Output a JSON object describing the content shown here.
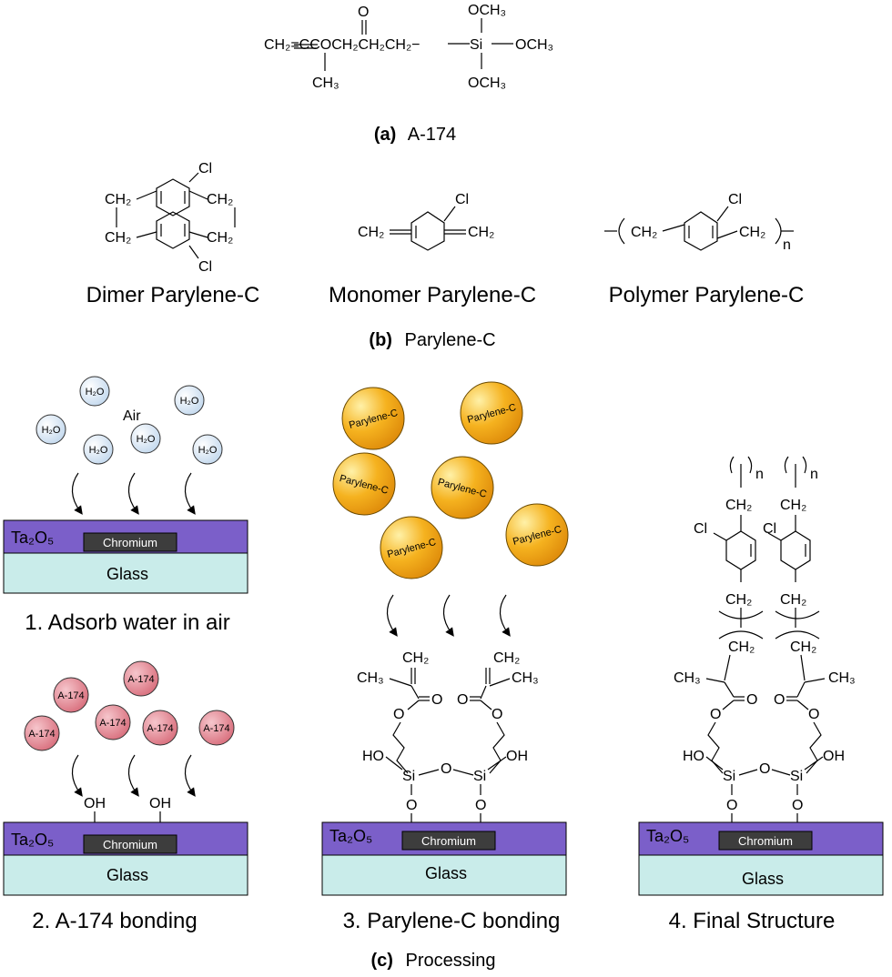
{
  "section_a": {
    "caption_letter": "(a)",
    "caption_text": "A-174",
    "formula": {
      "left": "CH₂=CCOCH₂CH₂CH₂−",
      "o_top": "O",
      "methyl_bottom": "CH₃",
      "si": "Si",
      "och3_top": "OCH₃",
      "och3_right": "OCH₃",
      "och3_bottom": "OCH₃"
    }
  },
  "section_b": {
    "caption_letter": "(b)",
    "caption_text": "Parylene-C",
    "dimer_label": "Dimer Parylene-C",
    "monomer_label": "Monomer Parylene-C",
    "polymer_label": "Polymer Parylene-C",
    "ch2": "CH₂",
    "cl": "Cl",
    "n": "n"
  },
  "section_c": {
    "caption_letter": "(c)",
    "caption_text": "Processing",
    "layers": {
      "oxide": "Ta₂O₅",
      "chromium": "Chromium",
      "glass": "Glass"
    },
    "step1": {
      "label": "1. Adsorb water in air",
      "air": "Air",
      "molecule": "H₂O"
    },
    "step2": {
      "label": "2. A-174 bonding",
      "molecule": "A-174",
      "oh": "OH"
    },
    "step3": {
      "label": "3. Parylene-C bonding",
      "molecule": "Parylene-C"
    },
    "step4": {
      "label": "4. Final Structure"
    },
    "chem": {
      "ch2": "CH₂",
      "ch3": "CH₃",
      "o": "O",
      "si": "Si",
      "ho": "HO",
      "oh": "OH",
      "cl": "Cl",
      "n": "n"
    }
  },
  "colors": {
    "oxide": "#7b5fc9",
    "glass": "#c9ecea",
    "chromium": "#3d3d3d",
    "water_ball": "#dceaf6",
    "a174_ball": "#e9909c",
    "parylene_ball": "#f2a81a"
  }
}
